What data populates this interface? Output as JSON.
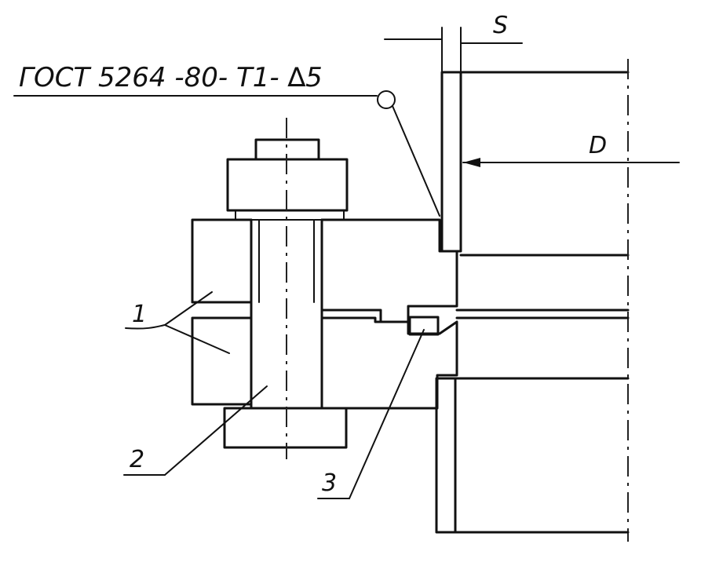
{
  "drawing": {
    "weld_callout": "ГОСТ 5264 -80- Т1- ∆5",
    "dimension_s": "S",
    "dimension_d": "D",
    "callout_1": "1",
    "callout_2": "2",
    "callout_3": "3"
  },
  "colors": {
    "ink": "#111111",
    "paper": "#ffffff"
  }
}
